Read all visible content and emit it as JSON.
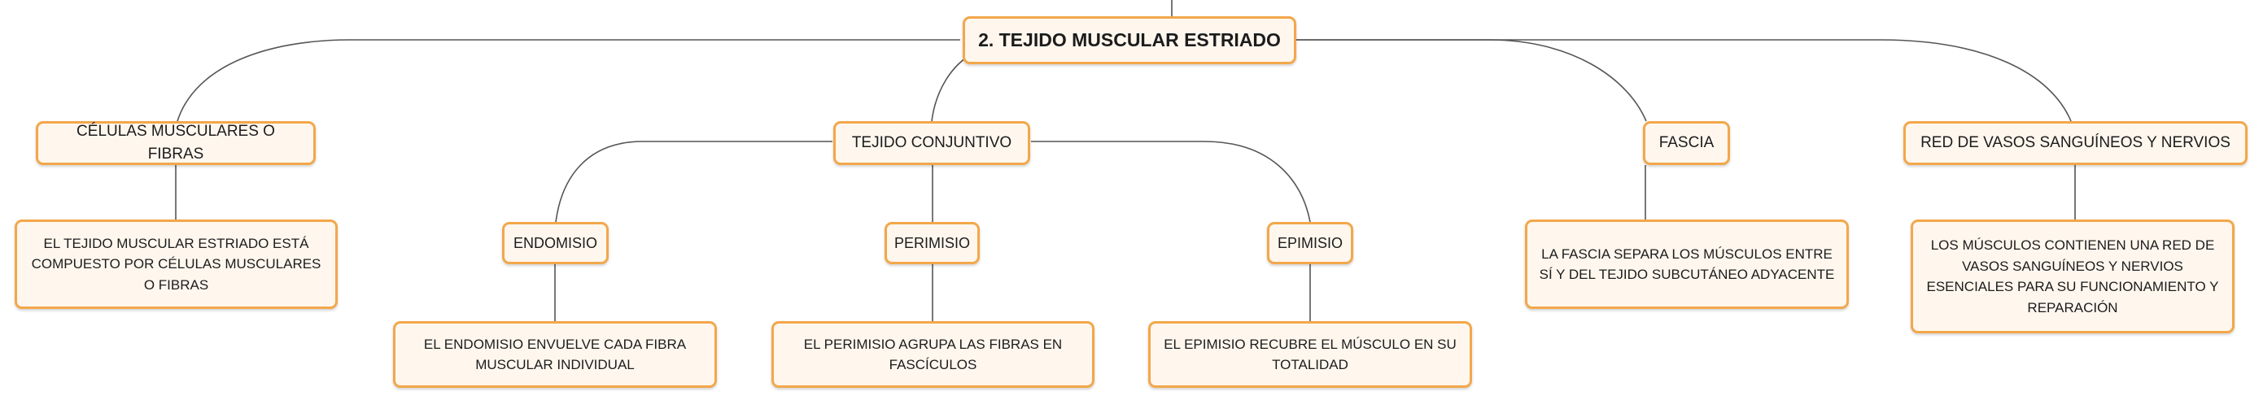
{
  "nodes": {
    "root": "2. TEJIDO MUSCULAR ESTRIADO",
    "celulas": "CÉLULAS MUSCULARES O FIBRAS",
    "celulas_desc": "EL TEJIDO MUSCULAR ESTRIADO ESTÁ COMPUESTO POR CÉLULAS MUSCULARES O FIBRAS",
    "conjuntivo": "TEJIDO CONJUNTIVO",
    "endomisio": "ENDOMISIO",
    "endomisio_desc": "EL ENDOMISIO ENVUELVE CADA FIBRA MUSCULAR INDIVIDUAL",
    "perimisio": "PERIMISIO",
    "perimisio_desc": "EL PERIMISIO AGRUPA LAS FIBRAS EN FASCÍCULOS",
    "epimisio": "EPIMISIO",
    "epimisio_desc": "EL EPIMISIO RECUBRE EL MÚSCULO EN SU TOTALIDAD",
    "fascia": "FASCIA",
    "fascia_desc": "LA FASCIA SEPARA LOS MÚSCULOS ENTRE SÍ Y DEL TEJIDO SUBCUTÁNEO ADYACENTE",
    "red": "RED DE VASOS SANGUÍNEOS Y NERVIOS",
    "red_desc": "LOS MÚSCULOS CONTIENEN UNA RED DE VASOS SANGUÍNEOS Y NERVIOS ESENCIALES PARA SU FUNCIONAMIENTO Y REPARACIÓN"
  },
  "colors": {
    "node_border": "#f3a74a",
    "node_fill": "#fff7ee",
    "connector": "#555555"
  }
}
